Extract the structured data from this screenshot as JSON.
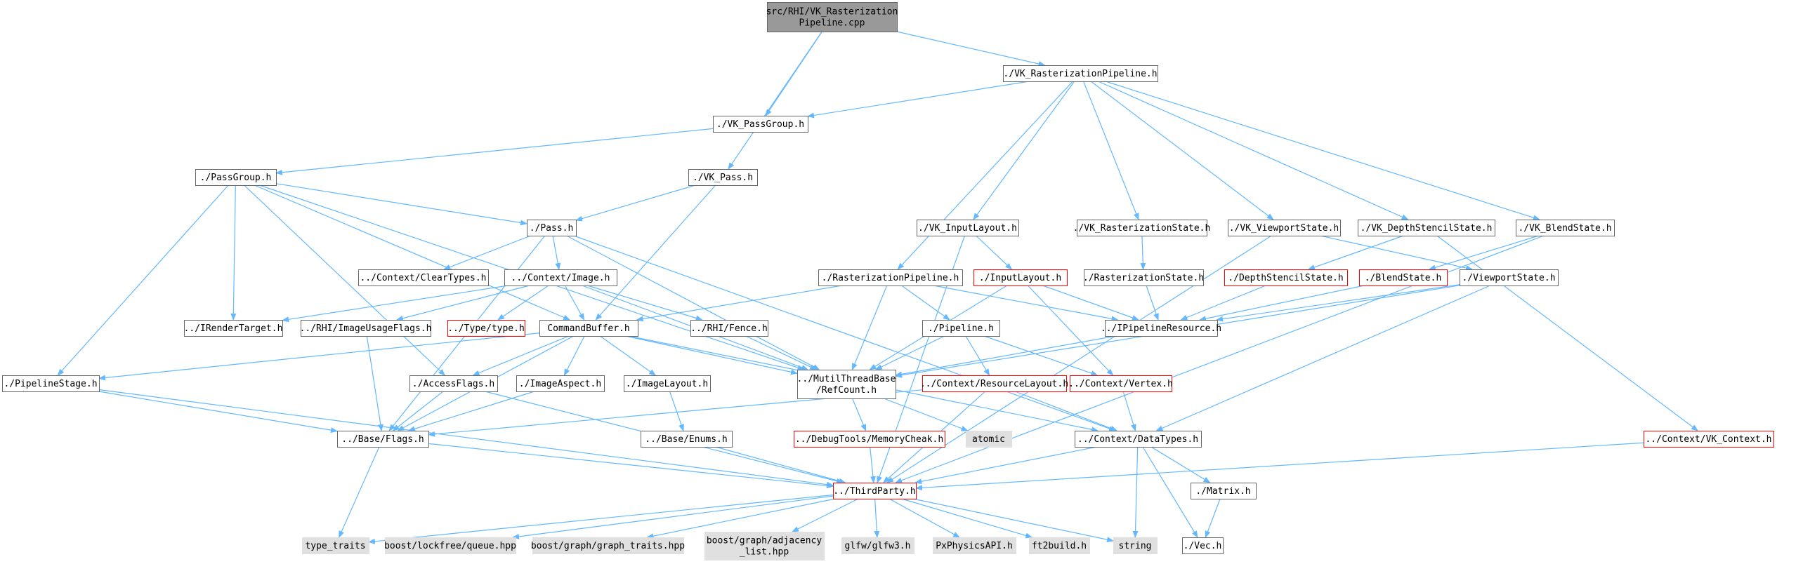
{
  "style": {
    "edge_color": "#63b8ff",
    "root_fill": "#999999",
    "normal_fill": "#ffffff",
    "normal_stroke": "#666666",
    "red_stroke": "#ff0000",
    "sys_fill": "#e0e0e0",
    "sys_stroke": "#e0e0e0"
  },
  "nodes": [
    {
      "id": "root",
      "kind": "root",
      "lines": [
        "src/RHI/VK_Rasterization",
        "Pipeline.cpp"
      ]
    },
    {
      "id": "vk_raster_pipeline",
      "kind": "normal",
      "lines": [
        "./VK_RasterizationPipeline.h"
      ]
    },
    {
      "id": "vk_passgroup",
      "kind": "normal",
      "lines": [
        "./VK_PassGroup.h"
      ]
    },
    {
      "id": "passgroup",
      "kind": "normal",
      "lines": [
        "./PassGroup.h"
      ]
    },
    {
      "id": "vk_pass",
      "kind": "normal",
      "lines": [
        "./VK_Pass.h"
      ]
    },
    {
      "id": "pass",
      "kind": "normal",
      "lines": [
        "./Pass.h"
      ]
    },
    {
      "id": "vk_inputlayout",
      "kind": "normal",
      "lines": [
        "./VK_InputLayout.h"
      ]
    },
    {
      "id": "vk_rasterstate",
      "kind": "normal",
      "lines": [
        "./VK_RasterizationState.h"
      ]
    },
    {
      "id": "vk_viewport",
      "kind": "normal",
      "lines": [
        "./VK_ViewportState.h"
      ]
    },
    {
      "id": "vk_depthstencil",
      "kind": "normal",
      "lines": [
        "./VK_DepthStencilState.h"
      ]
    },
    {
      "id": "vk_blend",
      "kind": "normal",
      "lines": [
        "./VK_BlendState.h"
      ]
    },
    {
      "id": "cleartypes",
      "kind": "normal",
      "lines": [
        "../Context/ClearTypes.h"
      ]
    },
    {
      "id": "ctx_image",
      "kind": "normal",
      "lines": [
        "../Context/Image.h"
      ]
    },
    {
      "id": "raster_pipeline",
      "kind": "normal",
      "lines": [
        "./RasterizationPipeline.h"
      ]
    },
    {
      "id": "inputlayout",
      "kind": "red",
      "lines": [
        "./InputLayout.h"
      ]
    },
    {
      "id": "rasterstate",
      "kind": "normal",
      "lines": [
        "./RasterizationState.h"
      ]
    },
    {
      "id": "depthstencil",
      "kind": "red",
      "lines": [
        "./DepthStencilState.h"
      ]
    },
    {
      "id": "blendstate",
      "kind": "red",
      "lines": [
        "./BlendState.h"
      ]
    },
    {
      "id": "viewportstate",
      "kind": "normal",
      "lines": [
        "./ViewportState.h"
      ]
    },
    {
      "id": "irendertarget",
      "kind": "normal",
      "lines": [
        "../IRenderTarget.h"
      ]
    },
    {
      "id": "imageusage",
      "kind": "normal",
      "lines": [
        "../RHI/ImageUsageFlags.h"
      ]
    },
    {
      "id": "typeh",
      "kind": "red",
      "lines": [
        "../Type/type.h"
      ]
    },
    {
      "id": "commandbuffer",
      "kind": "normal",
      "lines": [
        "CommandBuffer.h"
      ]
    },
    {
      "id": "fence",
      "kind": "normal",
      "lines": [
        "../RHI/Fence.h"
      ]
    },
    {
      "id": "pipeline",
      "kind": "normal",
      "lines": [
        "./Pipeline.h"
      ]
    },
    {
      "id": "ipipelineres",
      "kind": "normal",
      "lines": [
        "../IPipelineResource.h"
      ]
    },
    {
      "id": "pipelinestage",
      "kind": "normal",
      "lines": [
        "./PipelineStage.h"
      ]
    },
    {
      "id": "accessflags",
      "kind": "normal",
      "lines": [
        "./AccessFlags.h"
      ]
    },
    {
      "id": "imageaspect",
      "kind": "normal",
      "lines": [
        "./ImageAspect.h"
      ]
    },
    {
      "id": "imagelayout",
      "kind": "normal",
      "lines": [
        "./ImageLayout.h"
      ]
    },
    {
      "id": "mutilthread",
      "kind": "normal",
      "lines": [
        "../MutilThreadBase",
        "/RefCount.h"
      ]
    },
    {
      "id": "resourcelayout",
      "kind": "red",
      "lines": [
        "../Context/ResourceLayout.h"
      ]
    },
    {
      "id": "vertex",
      "kind": "red",
      "lines": [
        "../Context/Vertex.h"
      ]
    },
    {
      "id": "baseflags",
      "kind": "normal",
      "lines": [
        "../Base/Flags.h"
      ]
    },
    {
      "id": "baseenums",
      "kind": "normal",
      "lines": [
        "../Base/Enums.h"
      ]
    },
    {
      "id": "memorycheak",
      "kind": "red",
      "lines": [
        "../DebugTools/MemoryCheak.h"
      ]
    },
    {
      "id": "atomic",
      "kind": "sys",
      "lines": [
        "atomic"
      ]
    },
    {
      "id": "datatypes",
      "kind": "normal",
      "lines": [
        "../Context/DataTypes.h"
      ]
    },
    {
      "id": "vkcontext",
      "kind": "red",
      "lines": [
        "../Context/VK_Context.h"
      ]
    },
    {
      "id": "thirdparty",
      "kind": "red",
      "lines": [
        "../ThirdParty.h"
      ]
    },
    {
      "id": "matrix",
      "kind": "normal",
      "lines": [
        "./Matrix.h"
      ]
    },
    {
      "id": "type_traits",
      "kind": "sys",
      "lines": [
        "type_traits"
      ]
    },
    {
      "id": "lockfree",
      "kind": "sys",
      "lines": [
        "boost/lockfree/queue.hpp"
      ]
    },
    {
      "id": "graph_traits",
      "kind": "sys",
      "lines": [
        "boost/graph/graph_traits.hpp"
      ]
    },
    {
      "id": "adjacency",
      "kind": "sys",
      "lines": [
        "boost/graph/adjacency",
        "_list.hpp"
      ]
    },
    {
      "id": "glfw",
      "kind": "sys",
      "lines": [
        "glfw/glfw3.h"
      ]
    },
    {
      "id": "physx",
      "kind": "sys",
      "lines": [
        "PxPhysicsAPI.h"
      ]
    },
    {
      "id": "ft2build",
      "kind": "sys",
      "lines": [
        "ft2build.h"
      ]
    },
    {
      "id": "string",
      "kind": "sys",
      "lines": [
        "string"
      ]
    },
    {
      "id": "vec",
      "kind": "normal",
      "lines": [
        "./Vec.h"
      ]
    }
  ],
  "edges": [
    [
      "root",
      "vk_raster_pipeline"
    ],
    [
      "root",
      "vk_passgroup"
    ],
    [
      "root",
      "vk_pass"
    ],
    [
      "vk_raster_pipeline",
      "vk_passgroup"
    ],
    [
      "vk_raster_pipeline",
      "vk_inputlayout"
    ],
    [
      "vk_raster_pipeline",
      "raster_pipeline"
    ],
    [
      "vk_raster_pipeline",
      "vk_rasterstate"
    ],
    [
      "vk_raster_pipeline",
      "vk_viewport"
    ],
    [
      "vk_raster_pipeline",
      "vk_depthstencil"
    ],
    [
      "vk_raster_pipeline",
      "vk_blend"
    ],
    [
      "vk_passgroup",
      "passgroup"
    ],
    [
      "passgroup",
      "pass"
    ],
    [
      "passgroup",
      "pipelinestage"
    ],
    [
      "passgroup",
      "accessflags"
    ],
    [
      "passgroup",
      "irendertarget"
    ],
    [
      "passgroup",
      "commandbuffer"
    ],
    [
      "passgroup",
      "mutilthread"
    ],
    [
      "vk_pass",
      "pass"
    ],
    [
      "vk_pass",
      "commandbuffer"
    ],
    [
      "pass",
      "cleartypes"
    ],
    [
      "pass",
      "ctx_image"
    ],
    [
      "pass",
      "mutilthread"
    ],
    [
      "pass",
      "baseflags"
    ],
    [
      "pass",
      "datatypes"
    ],
    [
      "ctx_image",
      "irendertarget"
    ],
    [
      "ctx_image",
      "imageusage"
    ],
    [
      "ctx_image",
      "typeh"
    ],
    [
      "ctx_image",
      "fence"
    ],
    [
      "ctx_image",
      "mutilthread"
    ],
    [
      "ctx_image",
      "commandbuffer"
    ],
    [
      "vk_inputlayout",
      "inputlayout"
    ],
    [
      "vk_inputlayout",
      "thirdparty"
    ],
    [
      "vk_rasterstate",
      "rasterstate"
    ],
    [
      "vk_viewport",
      "viewportstate"
    ],
    [
      "vk_viewport",
      "thirdparty"
    ],
    [
      "vk_depthstencil",
      "depthstencil"
    ],
    [
      "vk_depthstencil",
      "vkcontext"
    ],
    [
      "vk_blend",
      "blendstate"
    ],
    [
      "vk_blend",
      "thirdparty"
    ],
    [
      "raster_pipeline",
      "commandbuffer"
    ],
    [
      "raster_pipeline",
      "pipeline"
    ],
    [
      "raster_pipeline",
      "mutilthread"
    ],
    [
      "raster_pipeline",
      "ipipelineres"
    ],
    [
      "inputlayout",
      "ipipelineres"
    ],
    [
      "inputlayout",
      "vertex"
    ],
    [
      "inputlayout",
      "mutilthread"
    ],
    [
      "rasterstate",
      "ipipelineres"
    ],
    [
      "depthstencil",
      "ipipelineres"
    ],
    [
      "blendstate",
      "ipipelineres"
    ],
    [
      "viewportstate",
      "ipipelineres"
    ],
    [
      "viewportstate",
      "datatypes"
    ],
    [
      "viewportstate",
      "mutilthread"
    ],
    [
      "imageusage",
      "baseflags"
    ],
    [
      "commandbuffer",
      "pipelinestage"
    ],
    [
      "commandbuffer",
      "accessflags"
    ],
    [
      "commandbuffer",
      "imageaspect"
    ],
    [
      "commandbuffer",
      "imagelayout"
    ],
    [
      "commandbuffer",
      "mutilthread"
    ],
    [
      "commandbuffer",
      "baseflags"
    ],
    [
      "commandbuffer",
      "datatypes"
    ],
    [
      "fence",
      "mutilthread"
    ],
    [
      "pipeline",
      "mutilthread"
    ],
    [
      "pipeline",
      "resourcelayout"
    ],
    [
      "pipeline",
      "vertex"
    ],
    [
      "ipipelineres",
      "mutilthread"
    ],
    [
      "pipelinestage",
      "baseflags"
    ],
    [
      "pipelinestage",
      "thirdparty"
    ],
    [
      "accessflags",
      "baseflags"
    ],
    [
      "accessflags",
      "thirdparty"
    ],
    [
      "imageaspect",
      "baseflags"
    ],
    [
      "imagelayout",
      "baseenums"
    ],
    [
      "mutilthread",
      "memorycheak"
    ],
    [
      "mutilthread",
      "atomic"
    ],
    [
      "resourcelayout",
      "baseflags"
    ],
    [
      "resourcelayout",
      "datatypes"
    ],
    [
      "resourcelayout",
      "thirdparty"
    ],
    [
      "vertex",
      "datatypes"
    ],
    [
      "baseflags",
      "type_traits"
    ],
    [
      "baseflags",
      "thirdparty"
    ],
    [
      "baseenums",
      "thirdparty"
    ],
    [
      "memorycheak",
      "thirdparty"
    ],
    [
      "datatypes",
      "thirdparty"
    ],
    [
      "datatypes",
      "matrix"
    ],
    [
      "datatypes",
      "string"
    ],
    [
      "datatypes",
      "vec"
    ],
    [
      "vkcontext",
      "thirdparty"
    ],
    [
      "matrix",
      "vec"
    ],
    [
      "thirdparty",
      "type_traits"
    ],
    [
      "thirdparty",
      "lockfree"
    ],
    [
      "thirdparty",
      "graph_traits"
    ],
    [
      "thirdparty",
      "adjacency"
    ],
    [
      "thirdparty",
      "glfw"
    ],
    [
      "thirdparty",
      "physx"
    ],
    [
      "thirdparty",
      "ft2build"
    ],
    [
      "thirdparty",
      "string"
    ]
  ]
}
